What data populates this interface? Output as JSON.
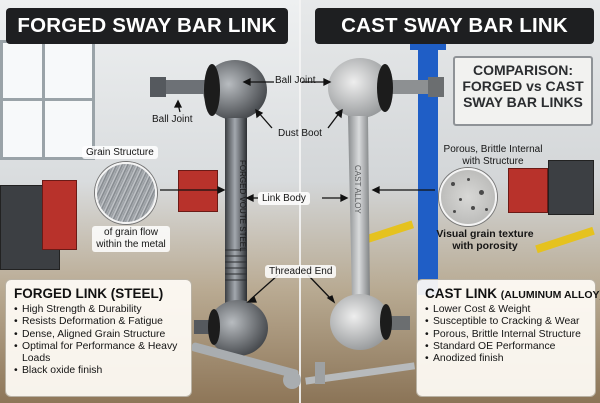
{
  "titles": {
    "left": "FORGED SWAY BAR LINK",
    "right": "CAST SWAY BAR LINK"
  },
  "sign": {
    "line1": "COMPARISON:",
    "line2": "FORGED vs CAST",
    "line3": "SWAY BAR LINKS"
  },
  "callouts": {
    "ball_joint_left": "Ball Joint",
    "ball_joint_right": "Ball Joint",
    "dust_boot": "Dust Boot",
    "link_body": "Link Body",
    "threaded_end": "Threaded End",
    "grain_structure_title": "Grain Structure",
    "grain_structure_caption": "of grain flow within the metal",
    "porous_title": "Porous, Brittle Internal with Structure",
    "porous_caption": "Visual grain texture with porosity"
  },
  "forged_box": {
    "heading": "FORGED LINK (STEEL)",
    "items": [
      "High Strength & Durability",
      "Resists Deformation & Fatigue",
      "Dense, Aligned Grain Structure",
      "Optimal for Performance & Heavy Loads",
      "Black oxide finish"
    ]
  },
  "cast_box": {
    "heading_main": "CAST LINK",
    "heading_sub": "(ALUMINUM ALLOY)",
    "items": [
      "Lower Cost & Weight",
      "Susceptible to Cracking & Wear",
      "Porous, Brittle Internal Structure",
      "Standard OE Performance",
      "Anodized finish"
    ]
  },
  "engravings": {
    "forged_link": "FORGED VOUTE STEEL",
    "cast_link": "CAST ALLOY"
  },
  "colors": {
    "title_bg": "#1e1f21",
    "lift_blue": "#1f5ec6",
    "cabinet_red": "#b8322b"
  }
}
